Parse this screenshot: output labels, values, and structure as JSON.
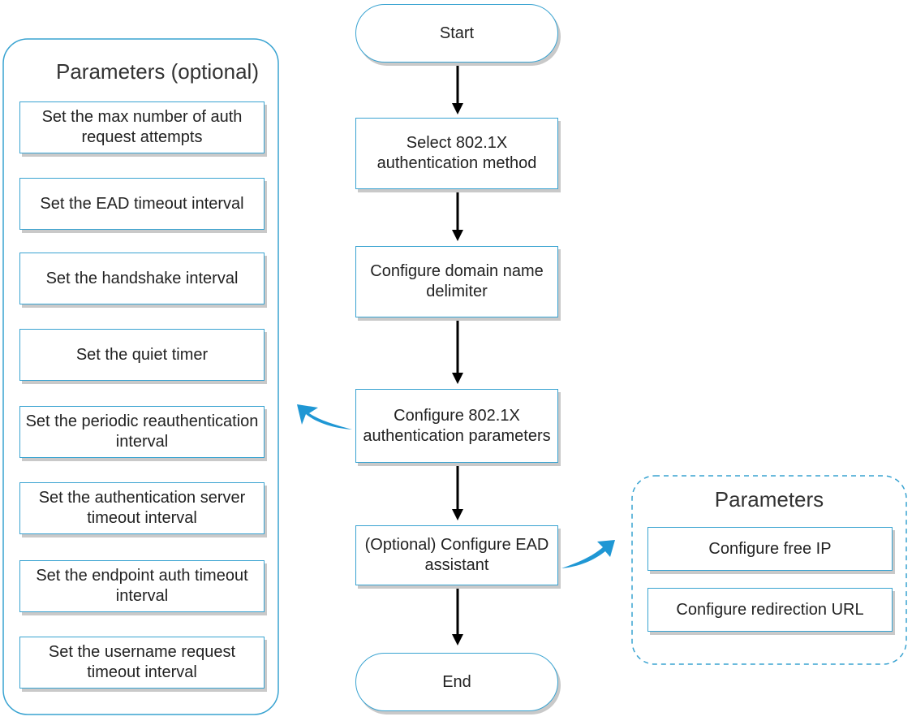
{
  "left_group": {
    "title": "Parameters (optional)",
    "items": [
      "Set the max number of auth request attempts",
      "Set the EAD timeout interval",
      "Set the handshake interval",
      "Set the quiet timer",
      "Set the periodic reauthentication interval",
      "Set the authentication server timeout interval",
      "Set the endpoint auth timeout interval",
      "Set the username request timeout interval"
    ]
  },
  "flow": {
    "start": "Start",
    "steps": [
      "Select 802.1X authentication method",
      "Configure domain name delimiter",
      "Configure 802.1X authentication parameters",
      "(Optional) Configure EAD assistant"
    ],
    "end": "End"
  },
  "right_group": {
    "title": "Parameters",
    "items": [
      "Configure free IP",
      "Configure redirection URL"
    ]
  },
  "colors": {
    "border": "#39a3d1",
    "curved_arrow": "#1f97d4",
    "flow_arrow": "#000000",
    "shadow": "#c9c9c9"
  }
}
